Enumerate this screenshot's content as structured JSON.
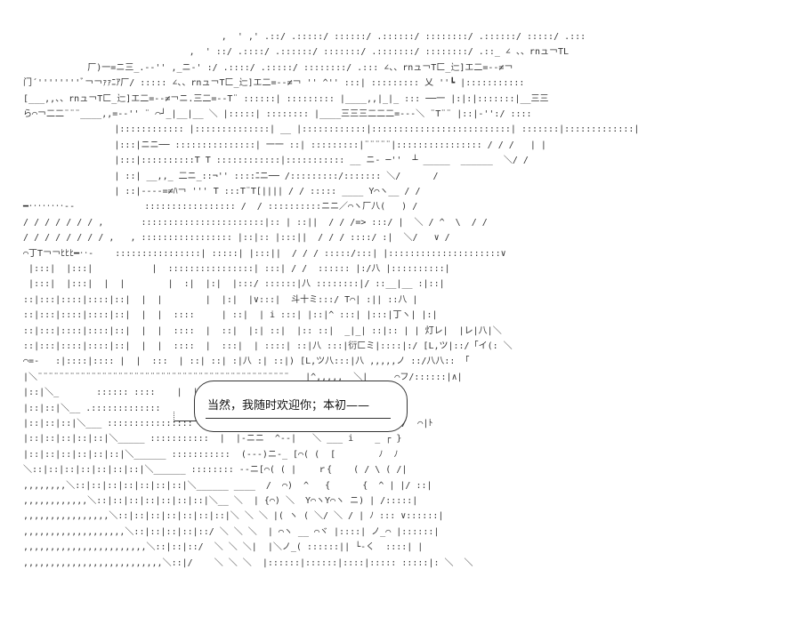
{
  "speech_bubble": {
    "text": "当然，我随时欢迎你；本初——"
  },
  "art_lines": [
    "                                       ,  ' ,' .::/ .:::::/ ::::::/ .::::::/ ::::::::/ .::::::/ :::::/ .:::",
    "                                 ,  ' ::/ .::::/ .::::::/ :::::::/ .:::::::/ ::::::::/ .::_ ∠ 、、rnュ￢TL",
    "              厂)一=ニ三_.-‐'' ,_ニ-' :/ .::::/ .:::::/ ::::::::/ .::: ∠、、rnュ￢T匚_辷]エ二=-‐≠￢",
    "  门´''''''''ﾞ￢￢ｧｧﾆｱ厂/ ::::: ∠、、rnュ￢T匚_辷]エ二=-‐≠￢ '' ^'' :::| ::::::::: 乂 ''┗ |:::::::::::",
    "  [___,,、、rnュ￢T匚_辷]エ二=-‐≠￢ニ.三二=-‐T¨ ::::::| ::::::::: |____,,|_|_ ::: ──一 |:|:|:::::::|__三三",
    "  ら⌒￢二二¨¨¨____,,=‐‐'' ¨ ⌒┘_|__|__ ＼ |:::::| :::::::: |____三三三二二二=--‐＼ ¨T¨¨ |::|‐'':/ ::::",
    "                   |:::::::::::: |::::::::::::::| __ |::::::::::::|::::::::::::::::::::::::::| :::::::|:::::::::::::|",
    "                   |:::|ニニ── :::::::::::::::| 一一 ::| :::::::::|¨¨¨¨¨|:::::::::::::::: / / /   | |",
    "                   |:::|::::::::::T T ::::::::::::|::::::::::: __ ニ‐ ─''  ┴ _____  ______  ＼/ /",
    "                   | ::| __,,_ 二ニ_::¬'' ::::ﾆニ── /:::::::::/::::::: ＼/      /",
    "                   | ::|‐‐‐‐=≠ﾊ￢ ''' T :::T¨T[|||| / / ::::: ____ Y⌒ヽ__ / /",
    "  ━‥‥‥‥-‐             ::::::::::::::::: /  / ::::::::::ニニ／⌒ヽ厂八(   ) /",
    "  / / / / / / / ,       :::::::::::::::::::::::|:: | ::||  / / /=> :::/ |  ＼ / ^  \\  / /",
    "  / / / / / / / / ,   , ::::::::::::::::: |::|:: |:::||  / / / ::::/ :|  ＼/   ∨ /",
    "  ⌒丁T￢￢ﾋﾋﾋ━‥-    ::::::::::::::::| :::::| |:::||  / / / :::::/:::| |:::::::::::::::::::::∨",
    "   |:::|  |:::|           |  ::::::::::::::::| :::| / /  :::::: |:/八 |::::::::::|",
    "   |:::|  |:::|  |  |        |  :|  |:|  |:::/ ::::::|八 ::::::::|/ ::__|__ :|::|",
    "  ::|:::|::::|::::|::|  |  |        |  |:|  |∨:::|  斗十ミ:::/ T⌒| :|| ::八 |",
    "  ::|:::|::::|::::|::|  |  |  ::::     | ::|  | i :::| |::|^ :::| |:::|丁ヽ| |:|",
    "  ::|:::|::::|::::|::|  |  |  ::::  |  ::|  |:| ::|  |:: ::|  _|_| ::|:: | | 灯レ|  |レ|八|＼",
    "  ::|:::|::::|::::|::|  |  |  ::::  |  :::|  | ::::| ::|八 :::|衍匚ミ|::::|:/ [L,ツ|::/「イ(: ＼",
    "  ⌒=-   :|::::|:::: |  |  :::  | ::| ::| :|八 :| ::|) [L,ツ八:::|八 ,,,,,ノ ::/八八:: 「",
    "  |＼¨¨¨¨¨¨¨¨¨¨¨¨¨¨¨¨¨¨¨¨¨¨¨¨¨¨¨¨¨¨¨¨¨¨¨¨¨¨¨¨¨¨¨¨¨¨¨   |^,,,,,  ＼|     ⌒フ/::::::|∧|",
    "  |::|＼_       :::::: ::::    |  |::  ∧     ィ :ノ::  /| ::",
    "  |::|::|＼__ .:::::::::::::      :::::|  乂＼ ^ ^  ＼  |イ::: ∠ |||",
    "  |::|::|::|＼___ ::::::::::::::::   - -‐ニ|  |≧=≦-- 从 |八 ノ  ＼ ≧-＜   [/  ⌒|ﾄ",
    "  |::|::|::|::|::|＼_____ :::::::::::  |  |‐ニニ  ^‐‐|   ＼ ___ i    _ ┌ }",
    "  |::|::|::|::|::|::|＼______ :::::::::::  (‐‐‐)ニ‐_ [⌒( (  [        ﾉ  ﾉ",
    "  ＼::|::|::|::|::|::|::|＼______ :::::::: ‐‐ニ[⌒( ( |    ｒ{    ( / \\ ( /|",
    "  ,,,,,,,,＼::|::|::|::|::|::|::|＼______ ____  /  ⌒)  ^   {      {  ^ | |/ ::|",
    "  ,,,,,,,,,,,,＼::|::|::|::|::|::|::|＼__ ＼  | {⌒) ＼  Y⌒ヽY⌒ヽ ニ) | /:::::|",
    "  ,,,,,,,,,,,,,,,,＼::|::|::|::|::|::|::|＼ ＼ ＼ |( ヽ ( ＼/ ＼ / | ﾉ ::: ∨::::::|",
    "  ,,,,,,,,,,,,,,,,,,,＼::|::|::|::|::/ ＼ ＼ ＼  | ⌒ヽ __ ⌒ヾ |::::| ノ_⌒ |::::::|",
    "  ,,,,,,,,,,,,,,,,,,,,,,,＼::|::|::/  ＼ ＼ ＼|  |＼ノ_( ::::::|| └‐く  ::::| |",
    "  ,,,,,,,,,,,,,,,,,,,,,,,,,,＼::|/    ＼ ＼ ＼  |::::::|::::::|::::|::::: :::::|: ＼  ＼"
  ]
}
